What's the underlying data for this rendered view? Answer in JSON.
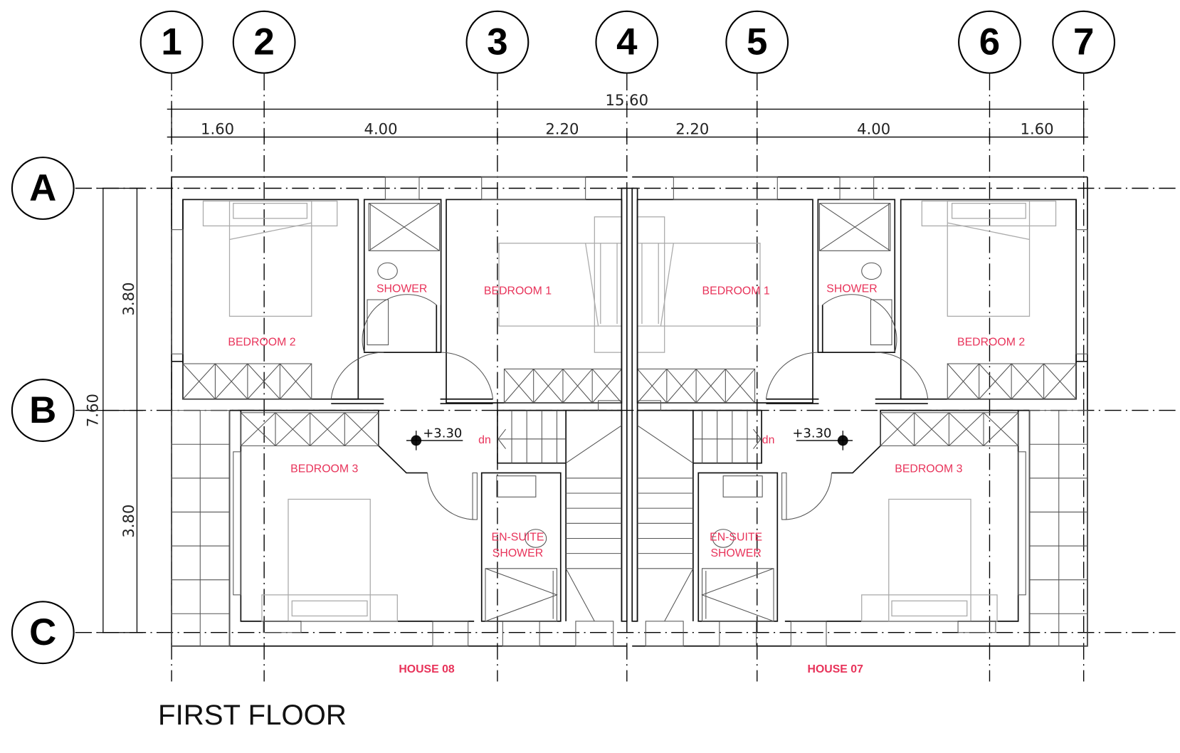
{
  "drawing": {
    "title": "FIRST FLOOR",
    "accent_color": "#e8335a",
    "grid_columns": [
      "1",
      "2",
      "3",
      "4",
      "5",
      "6",
      "7"
    ],
    "grid_rows": [
      "A",
      "B",
      "C"
    ],
    "dimensions": {
      "overall_width": "15.60",
      "segments": [
        "1.60",
        "4.00",
        "2.20",
        "2.20",
        "4.00",
        "1.60"
      ],
      "overall_depth": "7.60",
      "depth_segments": [
        "3.80",
        "3.80"
      ]
    },
    "houses": [
      {
        "name": "HOUSE 08",
        "rooms": {
          "bedroom1": "BEDROOM 1",
          "bedroom2": "BEDROOM 2",
          "bedroom3": "BEDROOM 3",
          "shower": "SHOWER",
          "ensuite_1": "EN-SUITE",
          "ensuite_2": "SHOWER"
        },
        "level": "+3.30",
        "stair_label": "dn"
      },
      {
        "name": "HOUSE 07",
        "rooms": {
          "bedroom1": "BEDROOM 1",
          "bedroom2": "BEDROOM 2",
          "bedroom3": "BEDROOM 3",
          "shower": "SHOWER",
          "ensuite_1": "EN-SUITE",
          "ensuite_2": "SHOWER"
        },
        "level": "+3.30",
        "stair_label": "dn"
      }
    ]
  }
}
